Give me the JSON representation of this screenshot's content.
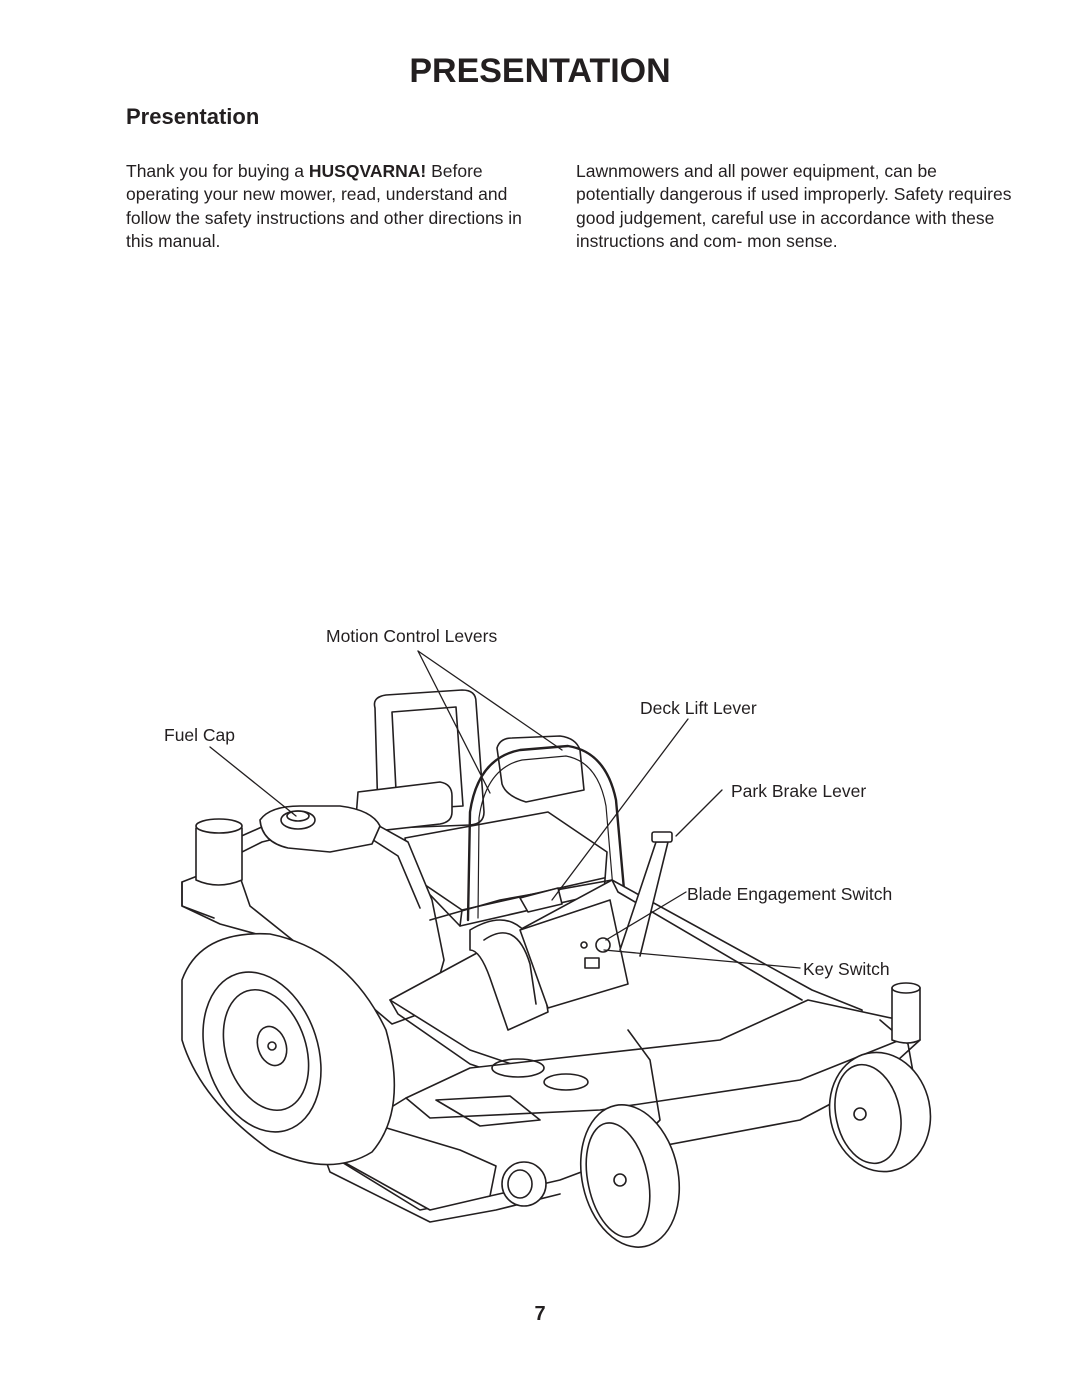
{
  "heading": "PRESENTATION",
  "section_title": "Presentation",
  "left_column": {
    "text_before": "Thank you for buying a ",
    "brand": "HUSQVARNA!",
    "text_after": " Before operating your new mower, read, understand and follow the safety instructions and other directions in this manual."
  },
  "right_column": {
    "text": "Lawnmowers and all power equipment, can be potentially dangerous if used improperly. Safety requires good judgement, careful use in accordance with these instructions and com- mon sense."
  },
  "figure": {
    "callouts": {
      "motion_control_levers": "Motion Control Levers",
      "deck_lift_lever": "Deck Lift Lever",
      "fuel_cap": "Fuel Cap",
      "park_brake_lever": "Park Brake Lever",
      "blade_engagement_switch": "Blade Engagement Switch",
      "key_switch": "Key Switch"
    }
  },
  "page_number": "7"
}
